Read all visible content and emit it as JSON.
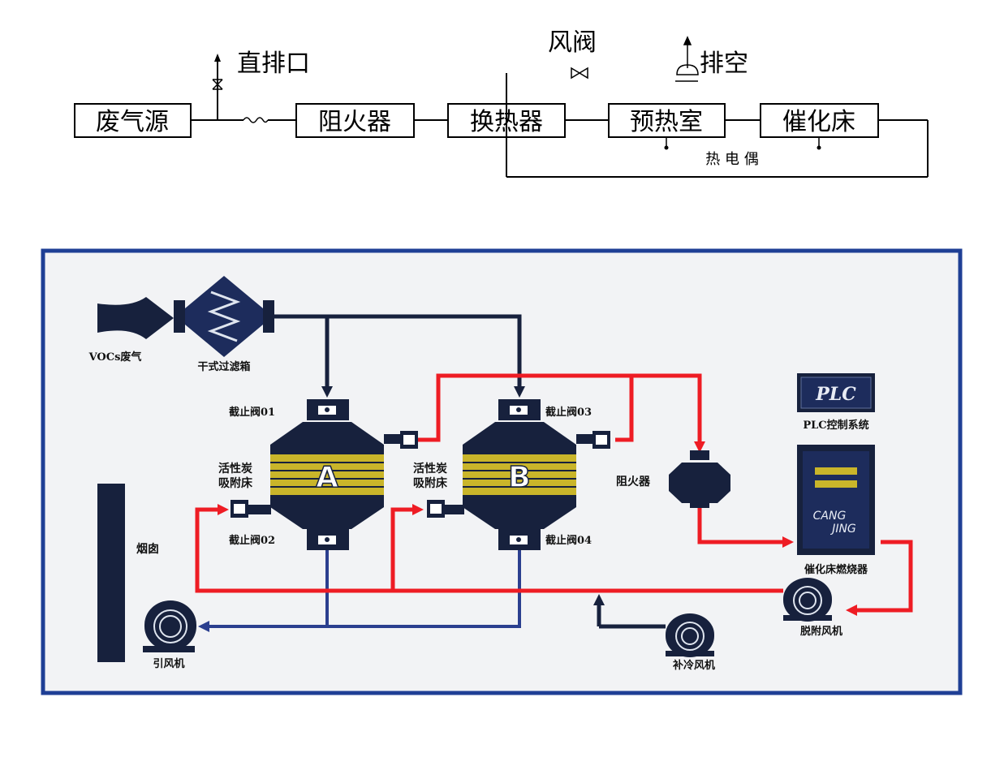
{
  "flow": {
    "exhaust_source": "废气源",
    "flame_arrester": "阻火器",
    "heat_exchanger": "换热器",
    "preheat_chamber": "预热室",
    "catalytic_bed": "催化床",
    "direct_outlet": "直排口",
    "air_valve": "风阀",
    "vent": "排空",
    "thermocouple": "热 电 偶"
  },
  "schematic": {
    "vocs_gas": "VOCs废气",
    "dry_filter_box": "干式过滤箱",
    "valve_01": "截止阀01",
    "valve_02": "截止阀02",
    "valve_03": "截止阀03",
    "valve_04": "截止阀04",
    "bed_a_label": "活性炭\n吸附床",
    "bed_b_label": "活性炭\n吸附床",
    "bed_a_letter": "A",
    "bed_b_letter": "B",
    "flame_arrester": "阻火器",
    "plc_box": "PLC",
    "plc_system": "PLC控制系统",
    "burner_brand_1": "CANG",
    "burner_brand_2": "JING",
    "burner": "催化床燃烧器",
    "chimney": "烟囱",
    "induced_fan": "引风机",
    "desorption_fan": "脱附风机",
    "cooling_fan": "补冷风机"
  },
  "colors": {
    "frame_blue": "#1f3f95",
    "dark_navy": "#17213d",
    "hot_red": "#ee1c24",
    "cold_blue": "#2b3f8f",
    "adsorbent_yellow": "#c9b52a"
  }
}
